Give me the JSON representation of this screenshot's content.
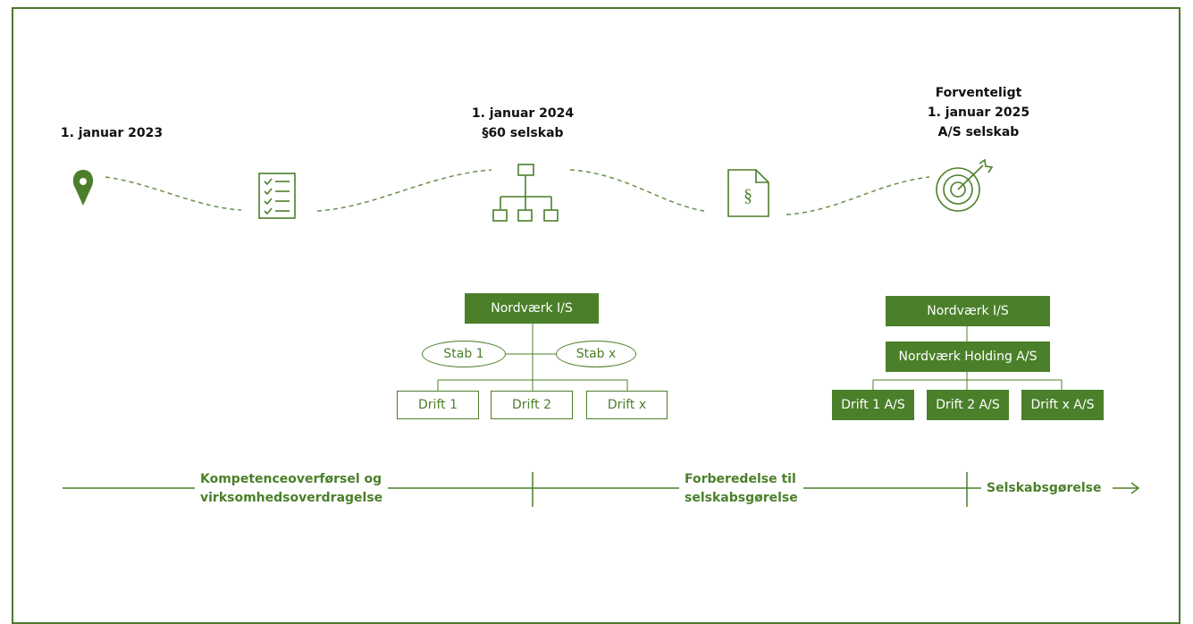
{
  "colors": {
    "accent": "#4b7f2a",
    "frame": "#4a7a2c"
  },
  "milestones": [
    {
      "lines": [
        "1. januar 2023"
      ],
      "icon": "location-pin-icon"
    },
    {
      "lines": [
        "1. januar 2024",
        "§60 selskab"
      ],
      "icon": "org-chart-icon"
    },
    {
      "lines": [
        "Forventeligt",
        "1. januar 2025",
        "A/S selskab"
      ],
      "icon": "target-icon"
    }
  ],
  "intermediate_icons": [
    "checklist-icon",
    "paragraph-document-icon"
  ],
  "org_2024": {
    "top": "Nordværk I/S",
    "staff": [
      "Stab 1",
      "Stab x"
    ],
    "operations": [
      "Drift 1",
      "Drift 2",
      "Drift x"
    ]
  },
  "org_2025": {
    "top": "Nordværk I/S",
    "holding": "Nordværk Holding A/S",
    "subsidiaries": [
      "Drift 1 A/S",
      "Drift 2 A/S",
      "Drift x A/S"
    ]
  },
  "phases": [
    {
      "lines": [
        "Kompetenceoverførsel og",
        "virksomhedsoverdragelse"
      ]
    },
    {
      "lines": [
        "Forberedelse til",
        "selskabsgørelse"
      ]
    },
    {
      "lines": [
        "Selskabsgørelse"
      ]
    }
  ]
}
